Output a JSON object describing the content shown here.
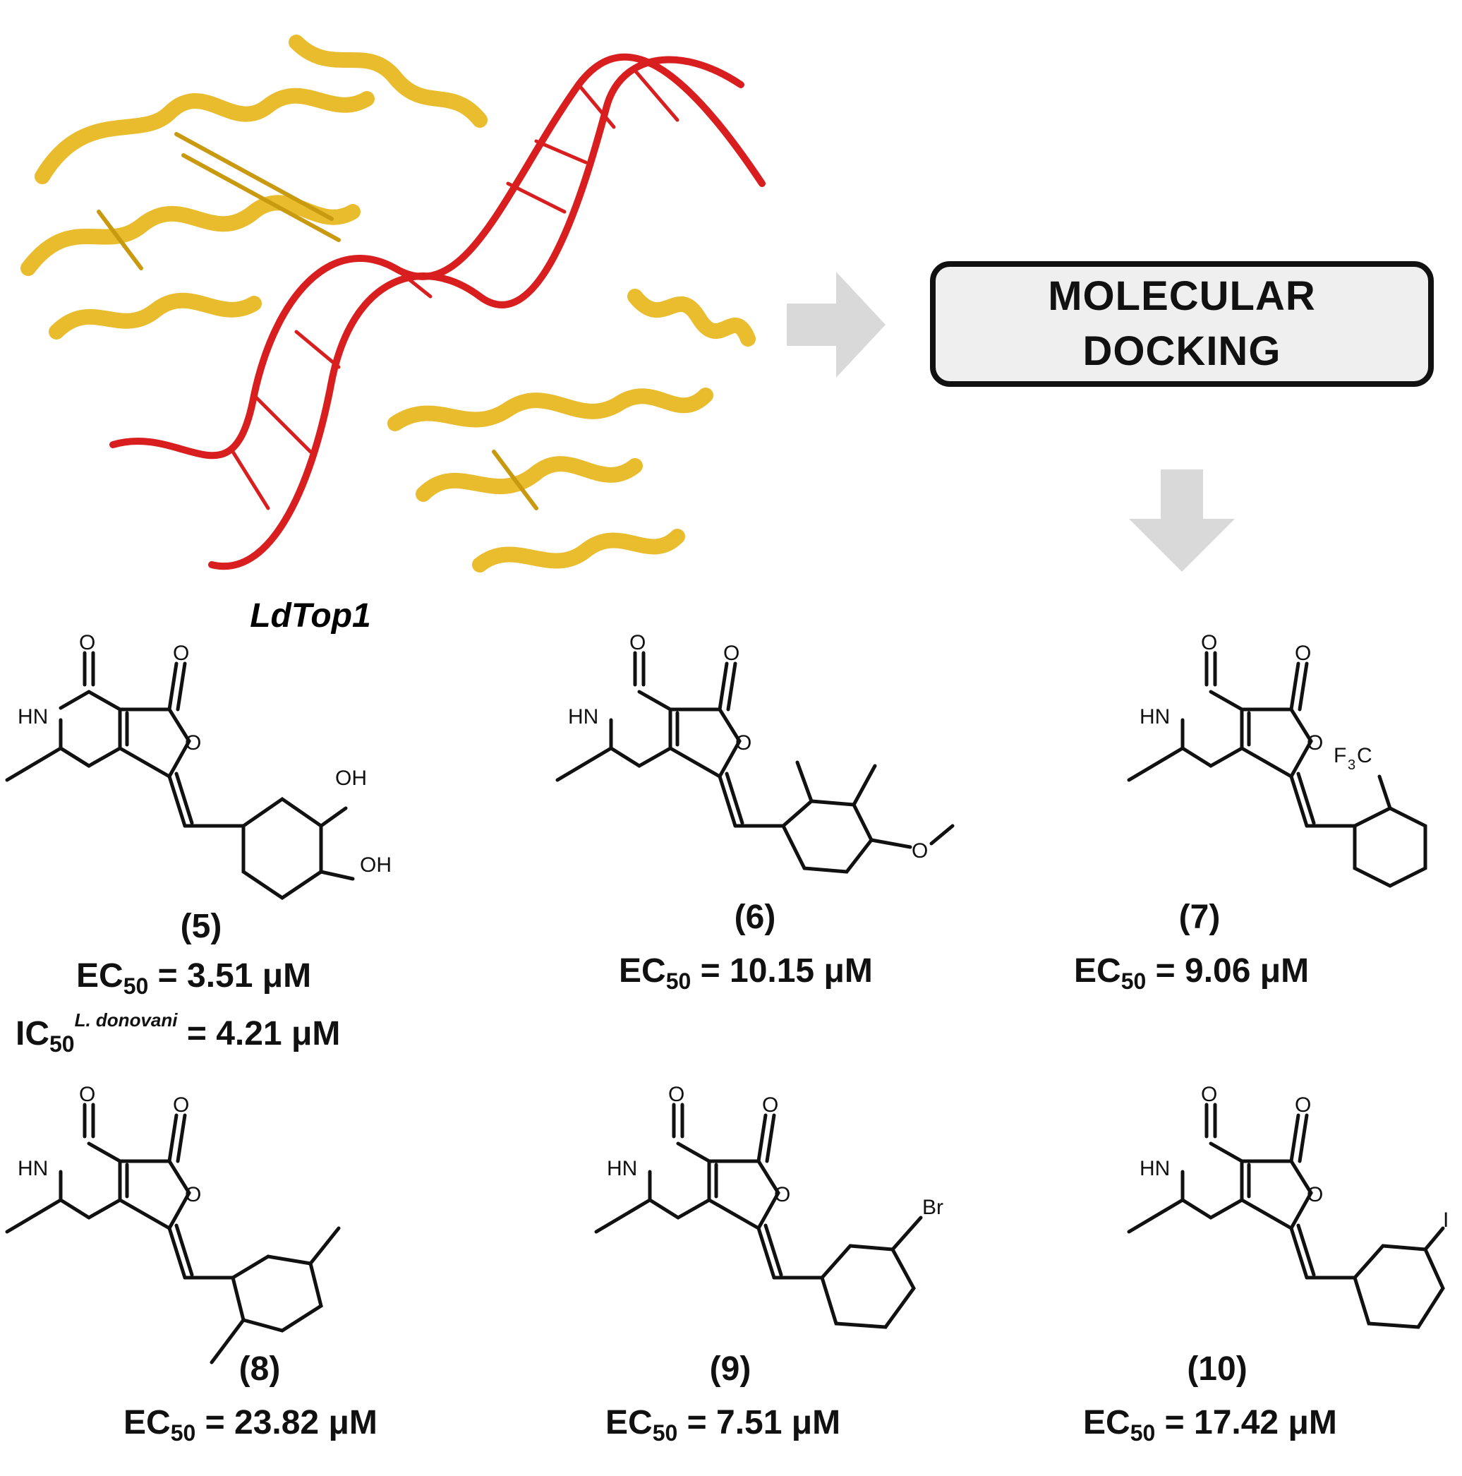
{
  "figure": {
    "protein_label": "LdTop1",
    "docking_box": {
      "line1": "MOLECULAR",
      "line2": "DOCKING"
    },
    "colors": {
      "protein": "#e8b923",
      "dna": "#d81e1e",
      "arrow": "#d9d9d9",
      "box_fill": "#efefef"
    }
  },
  "compounds": [
    {
      "id": "(5)",
      "ec_prefix": "EC",
      "ec_sub": "50",
      "ec_value": "= 3.51 μM",
      "ic_prefix": "IC",
      "ic_sub": "50",
      "ic_sup": "L. donovani",
      "ic_value": "= 4.21 μM",
      "substituents": [
        "OH",
        "OH"
      ]
    },
    {
      "id": "(6)",
      "ec_prefix": "EC",
      "ec_sub": "50",
      "ec_value": "= 10.15 μM"
    },
    {
      "id": "(7)",
      "ec_prefix": "EC",
      "ec_sub": "50",
      "ec_value": "= 9.06 μM",
      "substituents": [
        "F",
        "3",
        "C"
      ]
    },
    {
      "id": "(8)",
      "ec_prefix": "EC",
      "ec_sub": "50",
      "ec_value": "= 23.82 μM"
    },
    {
      "id": "(9)",
      "ec_prefix": "EC",
      "ec_sub": "50",
      "ec_value": "= 7.51 μM",
      "substituents": [
        "Br"
      ]
    },
    {
      "id": "(10)",
      "ec_prefix": "EC",
      "ec_sub": "50",
      "ec_value": "= 17.42 μM",
      "substituents": [
        "I"
      ]
    }
  ],
  "atoms": {
    "oxygen": "O",
    "amine": "HN"
  }
}
